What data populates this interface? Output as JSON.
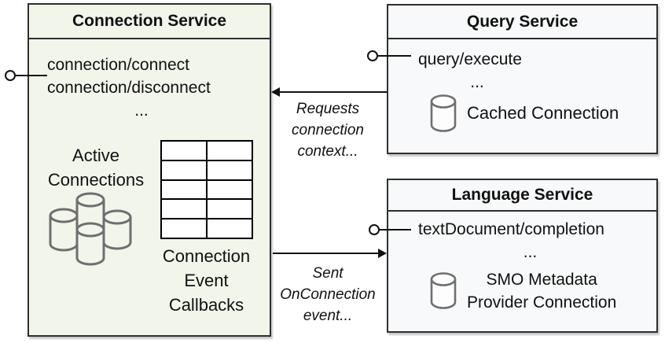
{
  "connection_service": {
    "title": "Connection Service",
    "method_1": "connection/connect",
    "method_2": "connection/disconnect",
    "ellipsis": "...",
    "active_line_1": "Active",
    "active_line_2": "Connections",
    "callbacks_line_1": "Connection",
    "callbacks_line_2": "Event",
    "callbacks_line_3": "Callbacks"
  },
  "query_service": {
    "title": "Query Service",
    "method_1": "query/execute",
    "ellipsis": "...",
    "cached_connection_label": "Cached Connection"
  },
  "language_service": {
    "title": "Language Service",
    "method_1": "textDocument/completion",
    "ellipsis": "...",
    "smo_line_1": "SMO Metadata",
    "smo_line_2": "Provider Connection"
  },
  "arrows": {
    "requests_line_1": "Requests",
    "requests_line_2": "connection",
    "requests_line_3": "context...",
    "sent_line_1": "Sent",
    "sent_line_2": "OnConnection",
    "sent_line_3": "event..."
  },
  "icons": {
    "active_connections": "database-cluster-icon",
    "cached_connection": "database-icon",
    "smo_connection": "database-icon",
    "interface_endpoints": "lollipop-interface-icon"
  },
  "colors": {
    "connection_box_fill": "#f2f5ea",
    "service_box_fill": "#f8f9fa",
    "border": "#2f2f2f",
    "icon_stroke": "#6f6f6f",
    "text": "#111111"
  }
}
